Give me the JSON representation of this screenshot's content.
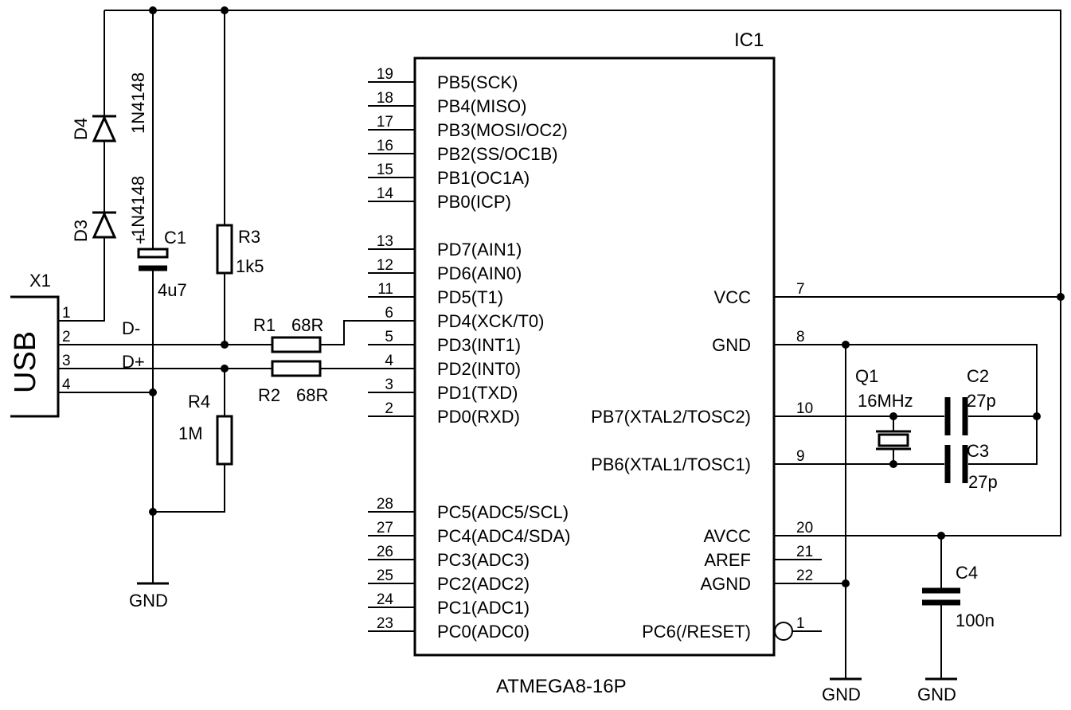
{
  "ic": {
    "ref": "IC1",
    "part": "ATMEGA8-16P",
    "left_pins": [
      {
        "num": "19",
        "name": "PB5(SCK)"
      },
      {
        "num": "18",
        "name": "PB4(MISO)"
      },
      {
        "num": "17",
        "name": "PB3(MOSI/OC2)"
      },
      {
        "num": "16",
        "name": "PB2(SS/OC1B)"
      },
      {
        "num": "15",
        "name": "PB1(OC1A)"
      },
      {
        "num": "14",
        "name": "PB0(ICP)"
      },
      {
        "num": "13",
        "name": "PD7(AIN1)"
      },
      {
        "num": "12",
        "name": "PD6(AIN0)"
      },
      {
        "num": "11",
        "name": "PD5(T1)"
      },
      {
        "num": "6",
        "name": "PD4(XCK/T0)"
      },
      {
        "num": "5",
        "name": "PD3(INT1)"
      },
      {
        "num": "4",
        "name": "PD2(INT0)"
      },
      {
        "num": "3",
        "name": "PD1(TXD)"
      },
      {
        "num": "2",
        "name": "PD0(RXD)"
      },
      {
        "num": "28",
        "name": "PC5(ADC5/SCL)"
      },
      {
        "num": "27",
        "name": "PC4(ADC4/SDA)"
      },
      {
        "num": "26",
        "name": "PC3(ADC3)"
      },
      {
        "num": "25",
        "name": "PC2(ADC2)"
      },
      {
        "num": "24",
        "name": "PC1(ADC1)"
      },
      {
        "num": "23",
        "name": "PC0(ADC0)"
      }
    ],
    "right_pins": [
      {
        "num": "7",
        "name": "VCC"
      },
      {
        "num": "8",
        "name": "GND"
      },
      {
        "num": "10",
        "name": "PB7(XTAL2/TOSC2)"
      },
      {
        "num": "9",
        "name": "PB6(XTAL1/TOSC1)"
      },
      {
        "num": "20",
        "name": "AVCC"
      },
      {
        "num": "21",
        "name": "AREF"
      },
      {
        "num": "22",
        "name": "AGND"
      },
      {
        "num": "1",
        "name": "PC6(/RESET)"
      }
    ]
  },
  "usb": {
    "ref": "X1",
    "label": "USB",
    "pins": [
      "1",
      "2",
      "3",
      "4"
    ],
    "dminus": "D-",
    "dplus": "D+"
  },
  "components": {
    "d4": {
      "ref": "D4",
      "value": "1N4148"
    },
    "d3": {
      "ref": "D3",
      "value": "1N4148"
    },
    "c1": {
      "ref": "C1",
      "value": "4u7",
      "polarity": "+"
    },
    "r3": {
      "ref": "R3",
      "value": "1k5"
    },
    "r1": {
      "ref": "R1",
      "value": "68R"
    },
    "r2": {
      "ref": "R2",
      "value": "68R"
    },
    "r4": {
      "ref": "R4",
      "value": "1M"
    },
    "q1": {
      "ref": "Q1",
      "value": "16MHz"
    },
    "c2": {
      "ref": "C2",
      "value": "27p"
    },
    "c3": {
      "ref": "C3",
      "value": "27p"
    },
    "c4": {
      "ref": "C4",
      "value": "100n"
    }
  },
  "gnd_label": "GND"
}
